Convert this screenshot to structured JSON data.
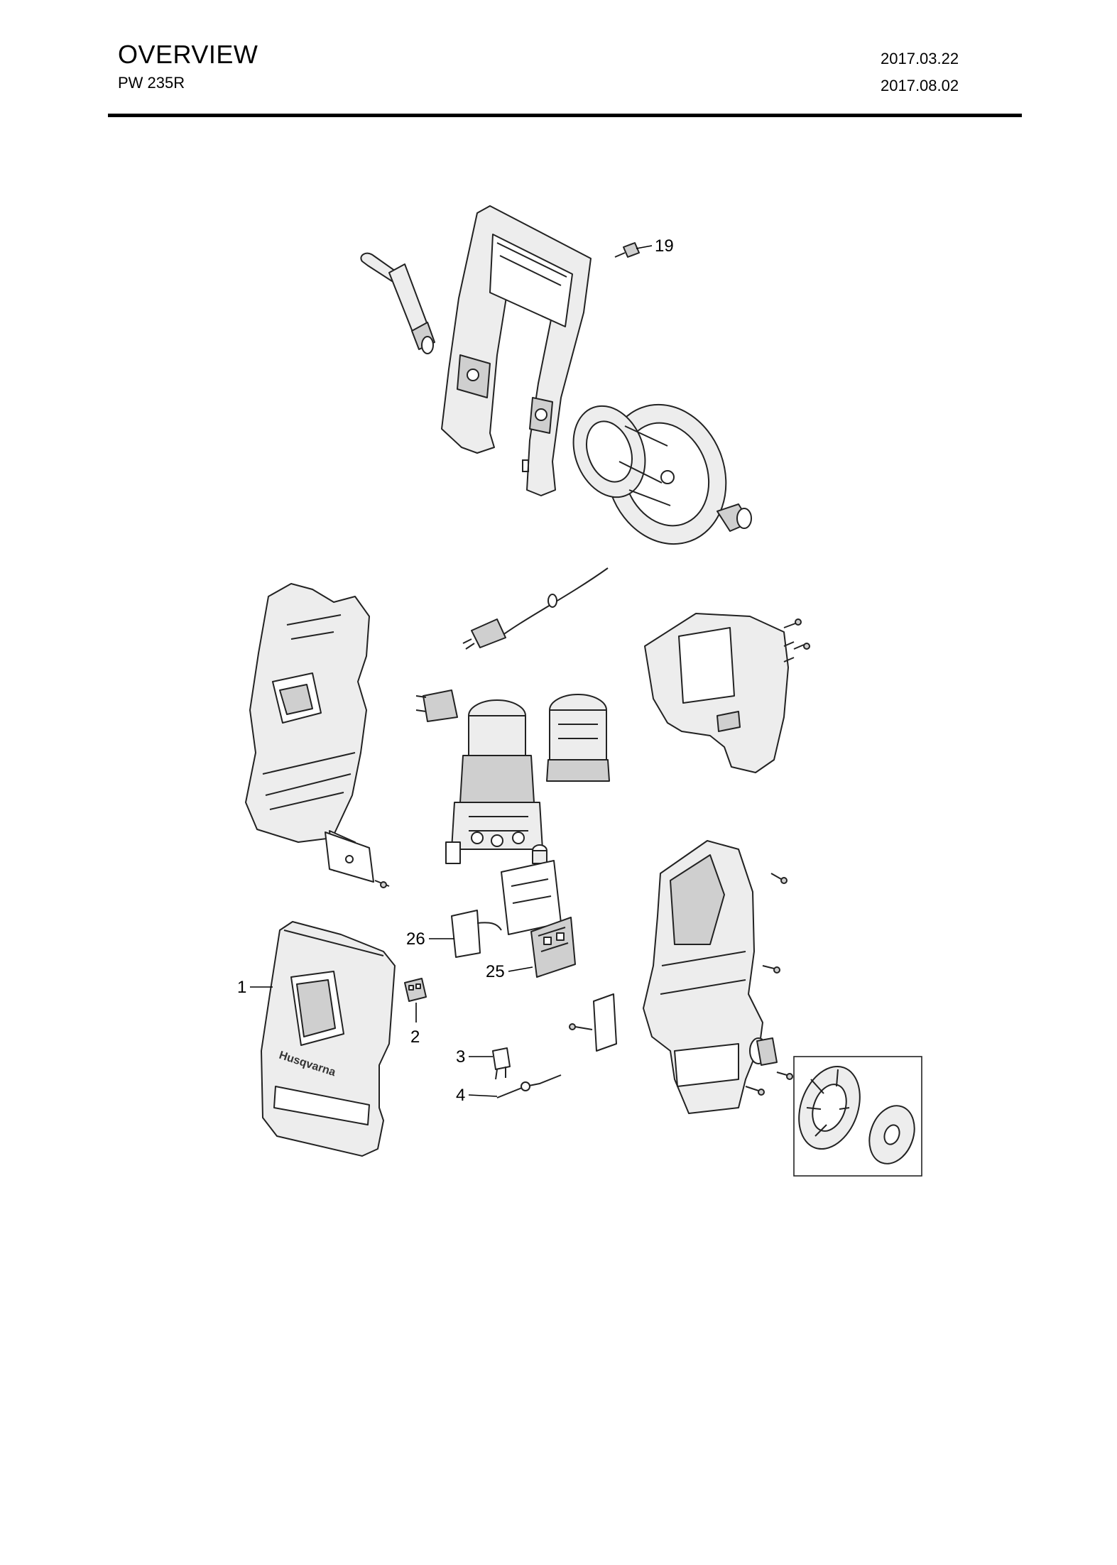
{
  "header": {
    "title": "OVERVIEW",
    "model": "PW 235R",
    "date_created": "2017.03.22",
    "date_revised": "2017.08.02"
  },
  "diagram": {
    "callouts": {
      "c1": "1",
      "c2": "2",
      "c3": "3",
      "c4": "4",
      "c19": "19",
      "c25": "25",
      "c26": "26"
    },
    "brand_mark": "Husqvarna"
  }
}
